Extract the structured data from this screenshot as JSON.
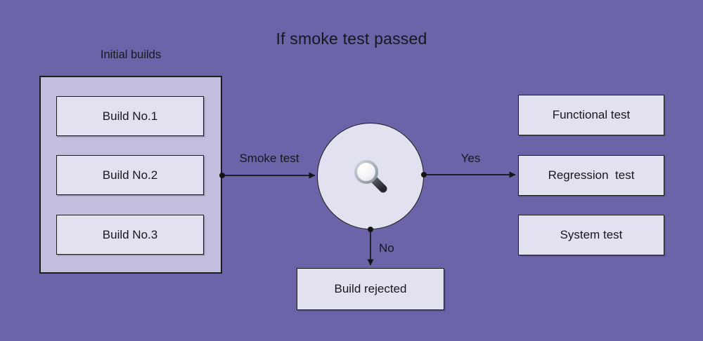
{
  "title": "If smoke test passed",
  "colors": {
    "background": "#6B64A8",
    "group_fill": "#C2BEDD",
    "node_fill": "#E2E1EF",
    "border": "#1C1C1C",
    "text": "#17171F",
    "connector": "#151515"
  },
  "group": {
    "label": "Initial builds",
    "builds": [
      {
        "label": "Build No.1"
      },
      {
        "label": "Build No.2"
      },
      {
        "label": "Build No.3"
      }
    ]
  },
  "decision": {
    "icon": "magnifying-glass"
  },
  "connectors": {
    "smoke_test_label": "Smoke test",
    "yes_label": "Yes",
    "no_label": "No"
  },
  "outcomes": [
    {
      "label": "Functional test"
    },
    {
      "label": "Regression  test"
    },
    {
      "label": "System test"
    }
  ],
  "rejected": {
    "label": "Build rejected"
  }
}
